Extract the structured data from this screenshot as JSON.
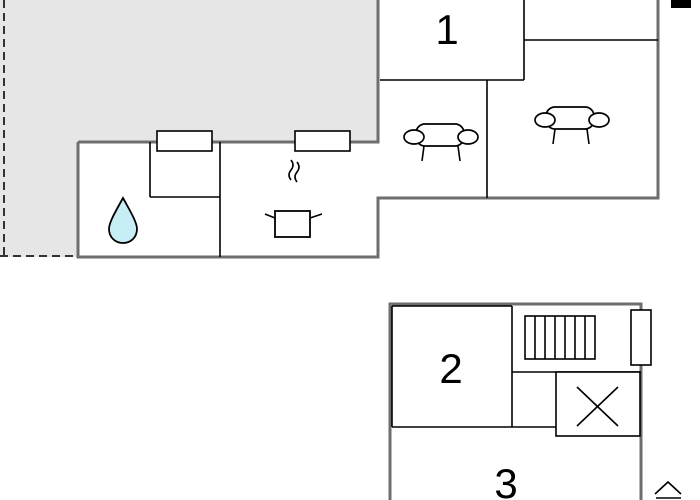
{
  "plan": {
    "rooms": [
      {
        "id": "bedroom-1",
        "number": "1"
      },
      {
        "id": "bedroom-2",
        "number": "2"
      },
      {
        "id": "bedroom-3",
        "number": "3"
      }
    ],
    "icons": [
      "water-drop-icon",
      "cooking-pot-icon",
      "sofa-icon",
      "staircase-icon",
      "open-space-x-icon",
      "compass-icon"
    ],
    "colors": {
      "wall": "#6e6e6e",
      "terrace": "#e6e6e6",
      "water": "#c8eef5",
      "line": "#000000",
      "background": "#ffffff"
    }
  }
}
